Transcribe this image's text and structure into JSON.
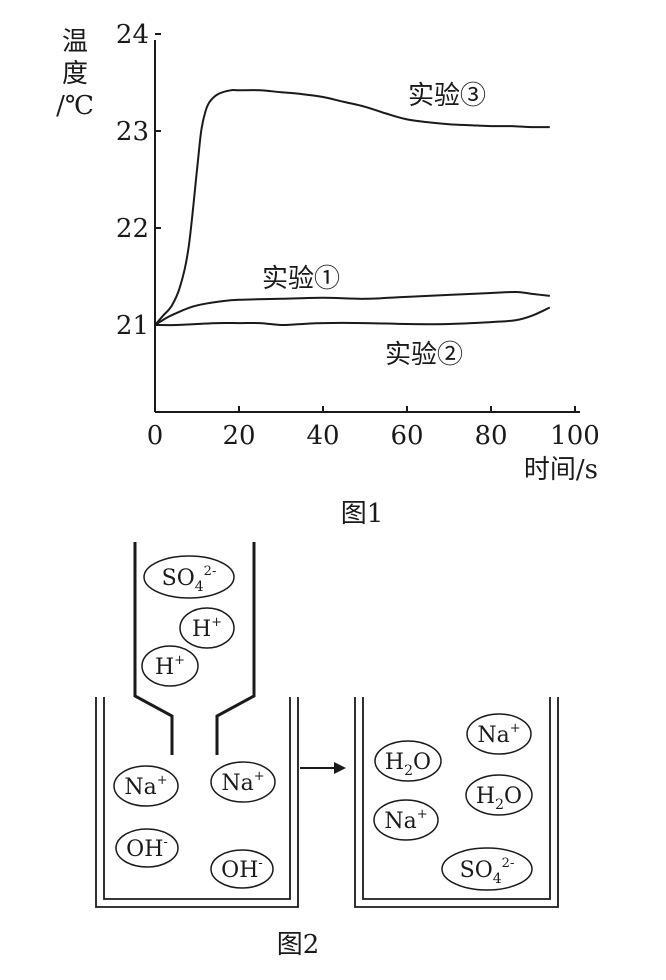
{
  "chart_data": {
    "type": "line",
    "title": "图1",
    "ylabel_lines": [
      "温",
      "度",
      "/℃"
    ],
    "xlabel": "时间/s",
    "xlim": [
      0,
      100
    ],
    "ylim": [
      20.1,
      24
    ],
    "x_ticks": [
      0,
      20,
      40,
      60,
      80,
      100
    ],
    "y_ticks": [
      21,
      22,
      23,
      24
    ],
    "grid": false,
    "series": [
      {
        "name": "实验③",
        "points": [
          [
            0,
            21
          ],
          [
            2,
            21.1
          ],
          [
            4,
            21.2
          ],
          [
            6,
            21.4
          ],
          [
            8,
            21.8
          ],
          [
            10,
            22.6
          ],
          [
            11,
            23.0
          ],
          [
            12,
            23.2
          ],
          [
            13,
            23.3
          ],
          [
            15,
            23.38
          ],
          [
            18,
            23.42
          ],
          [
            20,
            23.42
          ],
          [
            25,
            23.42
          ],
          [
            30,
            23.4
          ],
          [
            35,
            23.38
          ],
          [
            40,
            23.35
          ],
          [
            45,
            23.3
          ],
          [
            50,
            23.25
          ],
          [
            55,
            23.18
          ],
          [
            60,
            23.12
          ],
          [
            65,
            23.09
          ],
          [
            70,
            23.07
          ],
          [
            75,
            23.06
          ],
          [
            80,
            23.05
          ],
          [
            85,
            23.05
          ],
          [
            90,
            23.04
          ],
          [
            94,
            23.04
          ]
        ]
      },
      {
        "name": "实验①",
        "points": [
          [
            0,
            21
          ],
          [
            3,
            21.08
          ],
          [
            6,
            21.14
          ],
          [
            9,
            21.19
          ],
          [
            12,
            21.22
          ],
          [
            15,
            21.24
          ],
          [
            20,
            21.26
          ],
          [
            30,
            21.27
          ],
          [
            40,
            21.28
          ],
          [
            50,
            21.27
          ],
          [
            60,
            21.29
          ],
          [
            70,
            21.31
          ],
          [
            80,
            21.33
          ],
          [
            86,
            21.34
          ],
          [
            90,
            21.32
          ],
          [
            94,
            21.3
          ]
        ]
      },
      {
        "name": "实验②",
        "points": [
          [
            0,
            21
          ],
          [
            5,
            21.0
          ],
          [
            10,
            21.01
          ],
          [
            15,
            21.02
          ],
          [
            20,
            21.02
          ],
          [
            25,
            21.02
          ],
          [
            30,
            21.0
          ],
          [
            35,
            21.01
          ],
          [
            40,
            21.02
          ],
          [
            50,
            21.02
          ],
          [
            60,
            21.01
          ],
          [
            70,
            21.01
          ],
          [
            80,
            21.03
          ],
          [
            86,
            21.05
          ],
          [
            90,
            21.1
          ],
          [
            94,
            21.18
          ]
        ]
      }
    ]
  },
  "figure2": {
    "caption": "图2",
    "dropper_ions": [
      {
        "base": "SO",
        "sub": "4",
        "sup": "2-"
      },
      {
        "base": "H",
        "sup": "+"
      },
      {
        "base": "H",
        "sup": "+"
      }
    ],
    "left_beaker_ions": [
      {
        "base": "Na",
        "sup": "+"
      },
      {
        "base": "Na",
        "sup": "+"
      },
      {
        "base": "OH",
        "sup": "-"
      },
      {
        "base": "OH",
        "sup": "-"
      }
    ],
    "right_beaker_ions": [
      {
        "base": "H",
        "sub": "2",
        "tail": "O"
      },
      {
        "base": "Na",
        "sup": "+"
      },
      {
        "base": "Na",
        "sup": "+"
      },
      {
        "base": "H",
        "sub": "2",
        "tail": "O"
      },
      {
        "base": "SO",
        "sub": "4",
        "sup": "2-"
      }
    ]
  }
}
